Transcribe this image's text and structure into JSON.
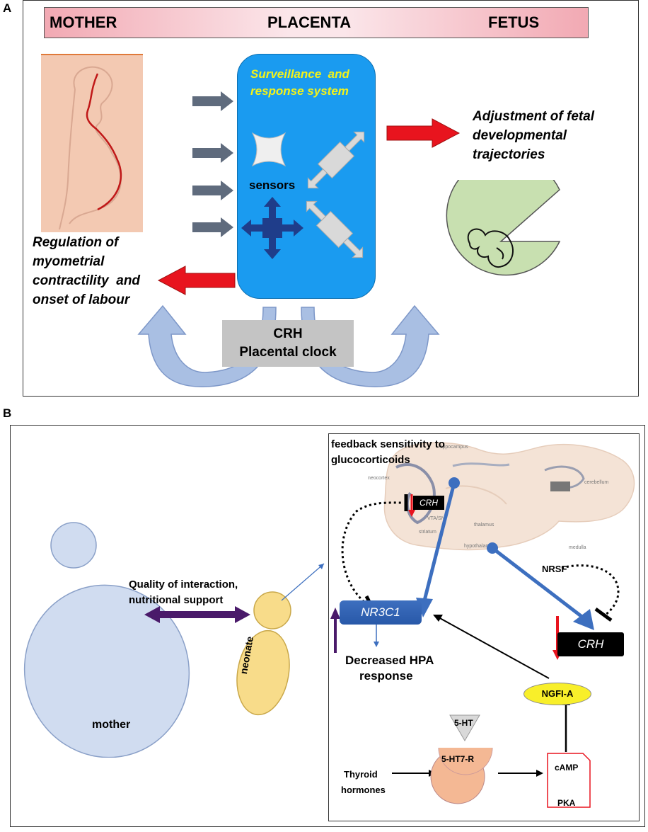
{
  "panel_a": {
    "letter": "A",
    "header": {
      "mother": "MOTHER",
      "placenta": "PLACENTA",
      "fetus": "FETUS"
    },
    "surveillance_line1": "Surveillance  and",
    "surveillance_line2": "response system",
    "sensors": "sensors",
    "fetal_line1": "Adjustment of fetal",
    "fetal_line2": "developmental",
    "fetal_line3": "trajectories",
    "regulation_line1": "Regulation of",
    "regulation_line2": "myometrial",
    "regulation_line3": "contractility  and",
    "regulation_line4": "onset of labour",
    "crh_line1": "CRH",
    "crh_line2": "Placental clock"
  },
  "panel_b": {
    "letter": "B",
    "feedback_line1": "feedback sensitivity to",
    "feedback_line2": "glucocorticoids",
    "quality_line1": "Quality of interaction,",
    "quality_line2": "nutritional support",
    "neonate": "neonate",
    "mother": "mother",
    "nr3c1": "NR3C1",
    "crh_large": "CRH",
    "crh_small": "CRH",
    "nrsf": "NRSF",
    "decreased_line1": "Decreased HPA",
    "decreased_line2": "response",
    "ngfi": "NGFI-A",
    "ht5": "5-HT",
    "ht7r": "5-HT7-R",
    "thyroid_line1": "Thyroid",
    "thyroid_line2": "hormones",
    "camp": "cAMP",
    "pka": "PKA",
    "brain_labels": {
      "hippocampus": "hippocampus",
      "neocortex": "neocortex",
      "cerebellum": "cerebellum",
      "thalamus": "thalamus",
      "striatum": "striatum",
      "hypothalamus": "hypothalamus",
      "medulla": "medulla",
      "vta": "VTA/SN"
    }
  },
  "colors": {
    "placenta_blue": "#1a9bf0",
    "red_arrow": "#e8141e",
    "mother_blue": "#d0dcf0",
    "neonate_yellow": "#f8dc8a",
    "fetus_green": "#c8e0b0",
    "purple": "#4a1a6a",
    "nr3c1_blue": "#2f62b3"
  }
}
